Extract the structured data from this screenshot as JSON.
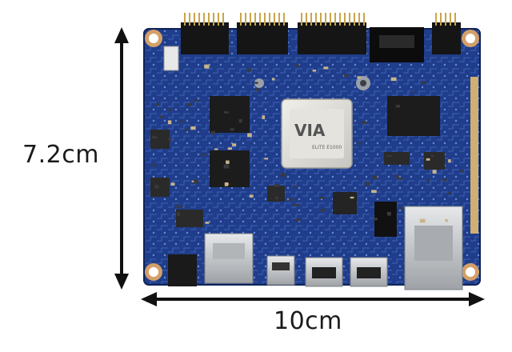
{
  "dimensions": {
    "height_label": "7.2cm",
    "width_label": "10cm"
  },
  "board": {
    "cpu_marking_logo": "VIA",
    "cpu_marking_text": "ELITE E1000"
  },
  "colors": {
    "pcb": "#1f3d8a",
    "pcb_dark": "#132c6b",
    "trace": "#3f63b8",
    "chip": "#1c1c1c",
    "cpu_shield": "#d9d9d4",
    "connector_metal": "#b9bcbf",
    "arrow": "#111111"
  }
}
